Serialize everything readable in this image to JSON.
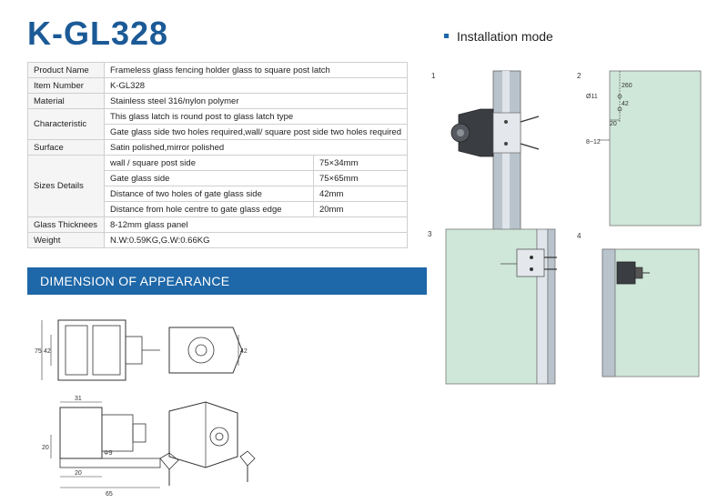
{
  "product": {
    "code": "K-GL328"
  },
  "spec_rows": [
    {
      "label": "Product Name",
      "value": "Frameless glass fencing holder glass to square post latch"
    },
    {
      "label": "Item Number",
      "value": "K-GL328"
    },
    {
      "label": "Material",
      "value": "Stainless steel 316/nylon polymer"
    }
  ],
  "characteristic": {
    "label": "Characteristic",
    "lines": [
      "This glass latch is round post to glass latch type",
      "Gate glass side two holes required,wall/ square post side two holes required"
    ]
  },
  "surface": {
    "label": "Surface",
    "value": "Satin polished,mirror polished"
  },
  "sizes": {
    "label": "Sizes Details",
    "rows": [
      {
        "name": "wall / square post side",
        "value": "75×34mm"
      },
      {
        "name": "Gate glass side",
        "value": "75×65mm"
      },
      {
        "name": "Distance of two holes of gate glass side",
        "value": "42mm"
      },
      {
        "name": "Distance from hole centre to gate glass edge",
        "value": "20mm"
      }
    ]
  },
  "glass_thickness": {
    "label": "Glass Thicknees",
    "value": "8-12mm glass panel"
  },
  "weight": {
    "label": "Weight",
    "value": "N.W:0.59KG,G.W:0.66KG"
  },
  "section_band": "DIMENSION OF APPEARANCE",
  "installation": {
    "title": "Installation mode",
    "panels": [
      "1",
      "2",
      "3",
      "4"
    ],
    "panel2_dims": {
      "d": "Ø11",
      "a": "260",
      "b": "42",
      "c": "20",
      "g": "8~12"
    }
  },
  "dimension_drawing": {
    "labels": {
      "h1": "75",
      "h2": "42",
      "h3": "42",
      "w1": "31",
      "h4": "20",
      "phi": "Φ9",
      "w2": "20",
      "w3": "65"
    }
  },
  "colors": {
    "brand_blue": "#1b5a96",
    "band_blue": "#1e67a8",
    "glass": "#cfe7d9"
  }
}
